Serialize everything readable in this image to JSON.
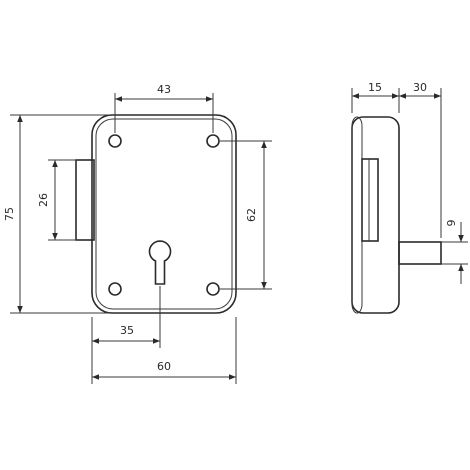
{
  "front_view": {
    "dimensions": {
      "hole_spacing_horizontal": "43",
      "overall_height": "75",
      "bolt_height": "26",
      "hole_spacing_vertical": "62",
      "keyhole_offset": "35",
      "overall_width": "60"
    }
  },
  "side_view": {
    "dimensions": {
      "body_depth": "15",
      "spindle_length": "30",
      "spindle_width": "9"
    }
  }
}
